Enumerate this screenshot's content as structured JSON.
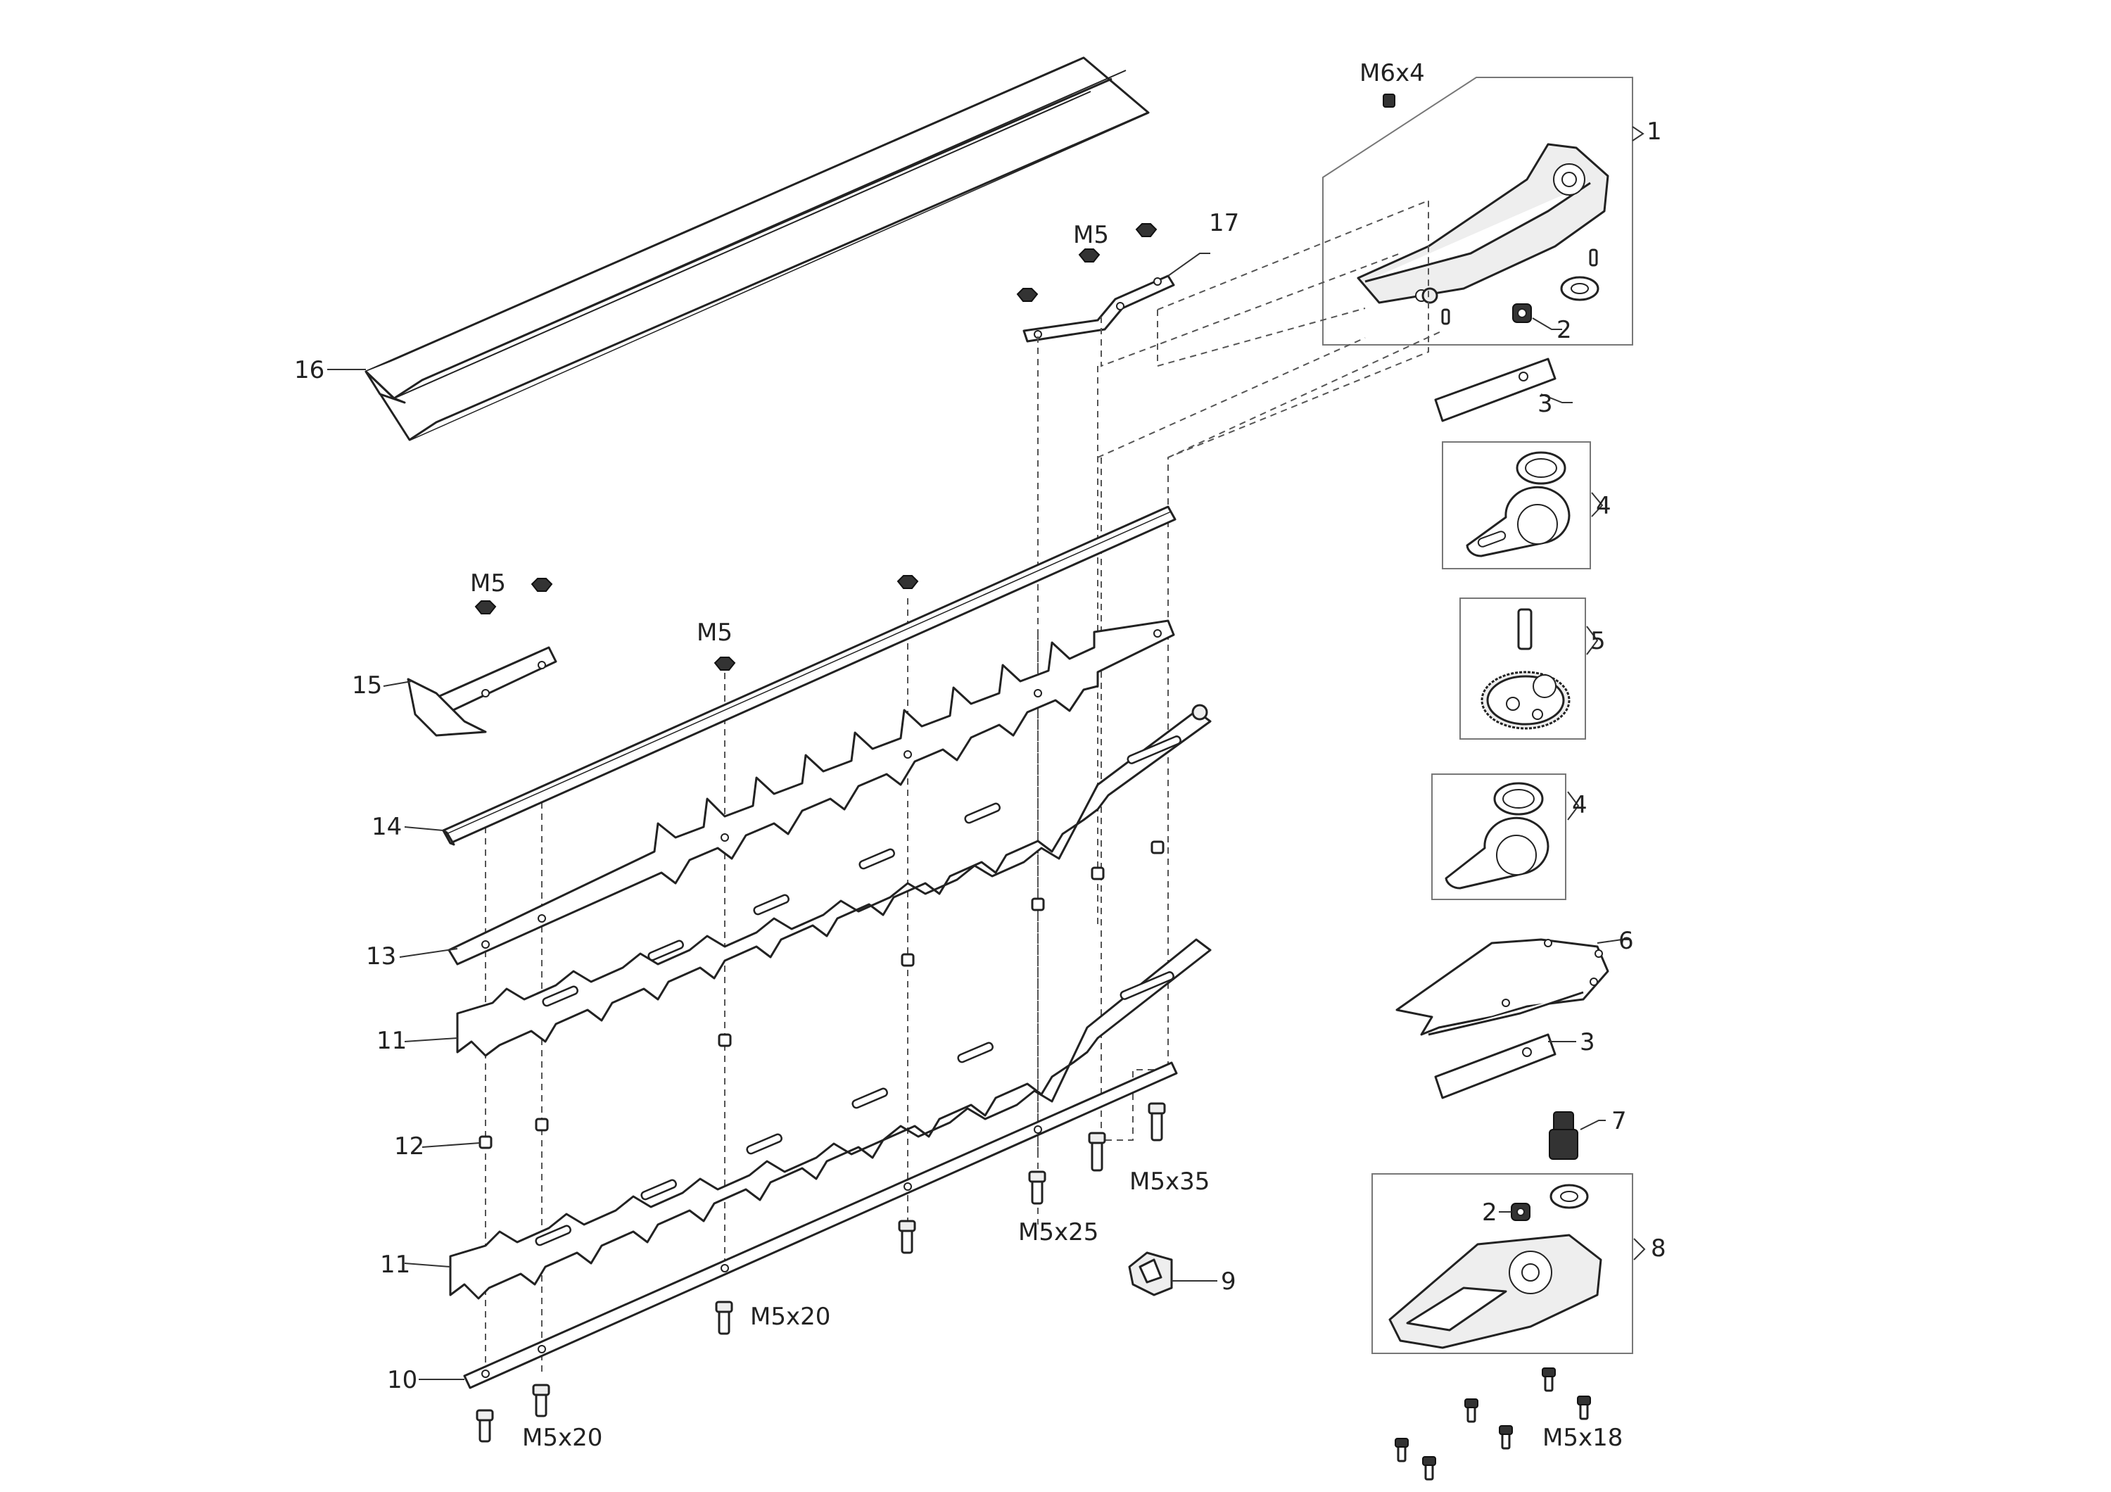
{
  "labels": {
    "p1": "1",
    "p2a": "2",
    "p2b": "2",
    "p3a": "3",
    "p3b": "3",
    "p4a": "4",
    "p4b": "4",
    "p5": "5",
    "p6": "6",
    "p7": "7",
    "p8": "8",
    "p9": "9",
    "p10": "10",
    "p11a": "11",
    "p11b": "11",
    "p12": "12",
    "p13": "13",
    "p14": "14",
    "p15": "15",
    "p16": "16",
    "p17": "17"
  },
  "hardware": {
    "m6x4": "M6x4",
    "m5_top": "M5",
    "m5_left": "M5",
    "m5_mid": "M5",
    "m5x35": "M5x35",
    "m5x25": "M5x25",
    "m5x20_mid": "M5x20",
    "m5x20_bottom": "M5x20",
    "m5x18": "M5x18"
  },
  "colors": {
    "line": "#222222",
    "dash": "#555555",
    "box": "#777777",
    "fill": "#ffffff"
  }
}
